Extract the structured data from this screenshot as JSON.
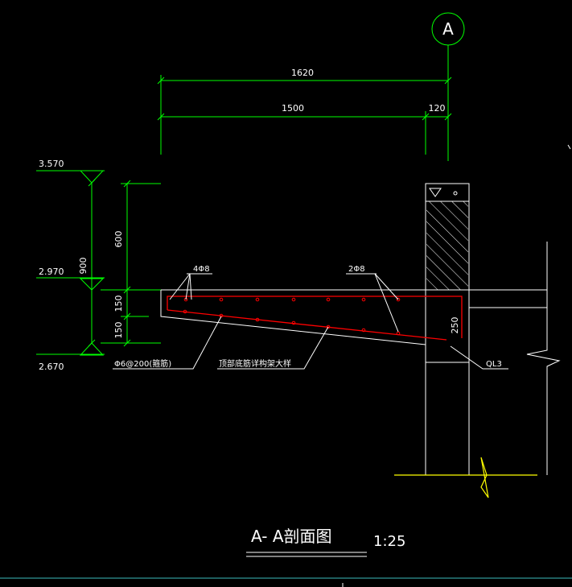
{
  "drawing": {
    "axis_bubble": "A",
    "title": "A- A剖面图",
    "scale": "1:25",
    "colors": {
      "background": "#000000",
      "dimension": "#00ff00",
      "outline": "#ffffff",
      "rebar": "#ff0000",
      "boundary": "#ffff00",
      "axis": "#00ff00",
      "hatch": "#ffffff",
      "frame": "#3dbdbd"
    }
  },
  "dimensions": {
    "overall_width": "1620",
    "slab_width": "1500",
    "wall_offset": "120",
    "height_upper": "600",
    "height_total": "900",
    "height_mid": "150",
    "height_low": "150",
    "beam_depth": "250"
  },
  "elevations": {
    "top": "3.570",
    "middle": "2.970",
    "bottom": "2.670"
  },
  "annotations": {
    "top_bars_left": "4Φ8",
    "top_bars_right": "2Φ8",
    "stirrup": "Φ6@200(箍筋)",
    "note_detail": "顶部底筋详构架大样",
    "beam_label": "QL3"
  }
}
